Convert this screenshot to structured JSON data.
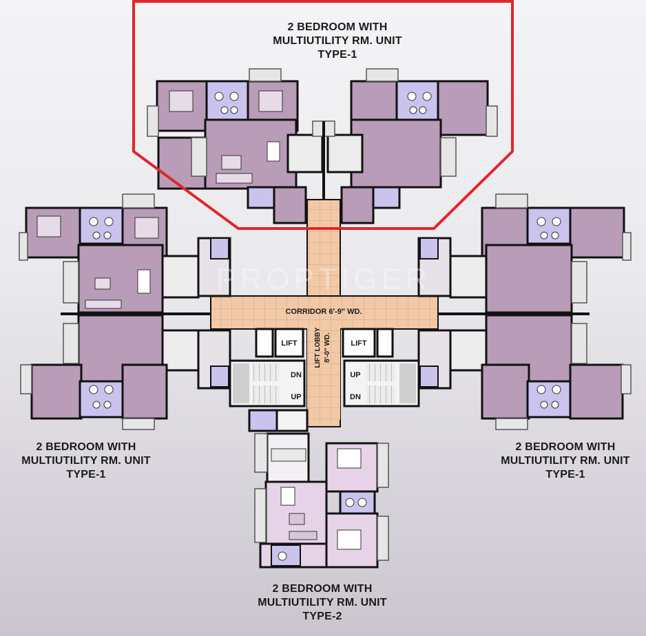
{
  "units": {
    "top": {
      "line1": "2 BEDROOM WITH",
      "line2": "MULTIUTILITY RM. UNIT",
      "line3": "TYPE-1"
    },
    "left": {
      "line1": "2 BEDROOM WITH",
      "line2": "MULTIUTILITY RM. UNIT",
      "line3": "TYPE-1"
    },
    "right": {
      "line1": "2 BEDROOM WITH",
      "line2": "MULTIUTILITY RM. UNIT",
      "line3": "TYPE-1"
    },
    "bottom": {
      "line1": "2 BEDROOM WITH",
      "line2": "MULTIUTILITY RM. UNIT",
      "line3": "TYPE-2"
    }
  },
  "core": {
    "corridor": "CORRIDOR 6'-9\" WD.",
    "lift_lobby_line1": "LIFT LOBBY",
    "lift_lobby_line2": "8'-0\" WD.",
    "lift_left": "LIFT",
    "lift_right": "LIFT",
    "stair_left_dn": "DN",
    "stair_left_up": "UP",
    "stair_right_up": "UP",
    "stair_right_dn": "DN"
  },
  "watermark": "PROPTIGER",
  "colors": {
    "room": "#b89cb8",
    "toilet": "#c9c3ee",
    "corridor": "#f2c9a6",
    "type2_room": "#e7d3e7",
    "highlight": "#e0262b",
    "wall": "#111111"
  }
}
